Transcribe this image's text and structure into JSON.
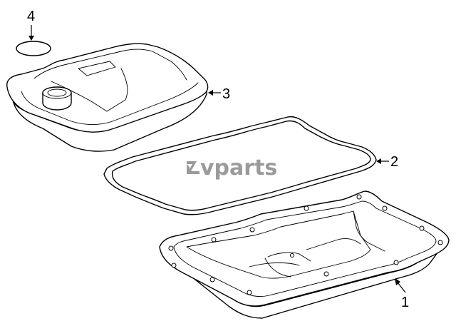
{
  "watermark": {
    "text": "vparts",
    "color": "#9a9a9a"
  },
  "callouts": [
    {
      "id": "1",
      "label": "1"
    },
    {
      "id": "2",
      "label": "2"
    },
    {
      "id": "3",
      "label": "3"
    },
    {
      "id": "4",
      "label": "4"
    }
  ],
  "colors": {
    "line": "#000000",
    "background": "#ffffff"
  }
}
